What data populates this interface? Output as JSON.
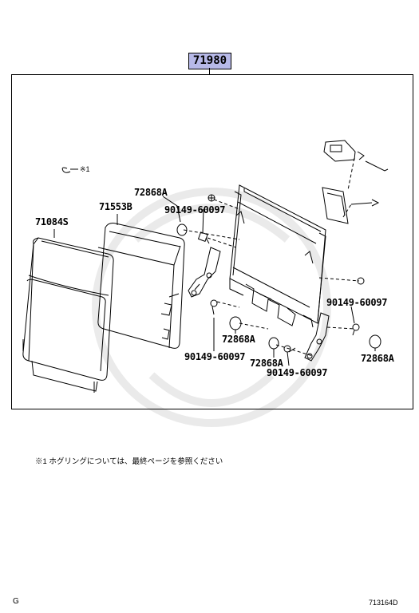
{
  "assembly_number": "71980",
  "parts": {
    "p71084s": "71084S",
    "p71553b": "71553B",
    "p72868a_top": "72868A",
    "p90149_top": "90149-60097",
    "p72868a_mid": "72868A",
    "p90149_bottom_left": "90149-60097",
    "p72868a_bottom": "72868A",
    "p90149_bottom": "90149-60097",
    "p90149_right": "90149-60097",
    "p72868a_right": "72868A"
  },
  "note_reference": "※1",
  "footnote": "※1 ホグリングについては、最終ページを参照ください",
  "corner_left": "G",
  "corner_right": "713164D"
}
